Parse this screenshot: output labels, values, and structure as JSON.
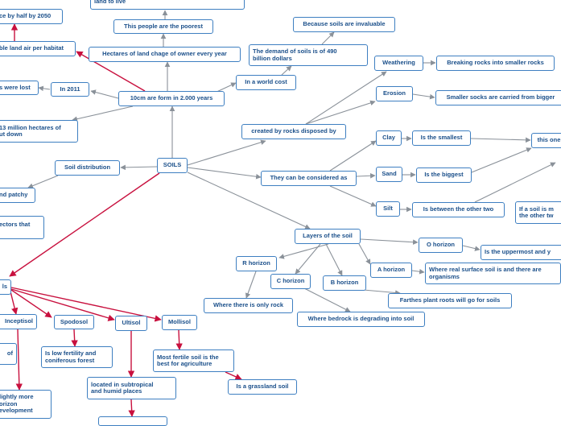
{
  "colors": {
    "gray_link": "#8a9199",
    "red_link": "#c8103e",
    "node_border": "#3e7fc1",
    "node_text": "#1a4f8a"
  },
  "nodes": {
    "soils": "SOILS",
    "land_to_live": "land to live",
    "poorest": "This people are the poorest",
    "hectares_change": "Hectares of land chage of owner every year",
    "form_10cm": "10cm are form in 2.000 years",
    "half_2050": "ce by half by 2050",
    "land_air": "ble land air per habitat",
    "were_lost": "s were lost",
    "in_2011": "In 2011",
    "million_hectares": "13 million hectares of\nut down",
    "soil_distribution": "Soil distribution",
    "patchy": "nd patchy",
    "factors": "ectors that",
    "in_world_cost": "In a world cost",
    "demand": "The demand of soils is of  490\nbillion dollars",
    "invaluable": "Because soils are invaluable",
    "created_by_rocks": "created by rocks disposed by",
    "weathering": "Weathering",
    "breaking_rocks": "Breaking rocks into smaller rocks",
    "erosion": "Erosion",
    "smaller_rocks": "Smaller socks are carried from bigger",
    "considered_as": "They can be considered as",
    "clay": "Clay",
    "smallest": "Is the smallest",
    "this_one": "this one",
    "sand": "Sand",
    "biggest": "Is the biggest",
    "silt": "Silt",
    "between": "Is between the other two",
    "if_soil": "If a soil is m\nthe other tw",
    "layers": "Layers of the soil",
    "o_horizon": "O horizon",
    "uppermost": "Is the uppermost and y",
    "a_horizon": "A horizon",
    "real_surface": "Where real surface soil is and there are\norganisms",
    "r_horizon": "R horizon",
    "only_rock": "Where there is only rock",
    "c_horizon": "C horizon",
    "b_horizon": "B horizon",
    "plant_roots": "Farthes plant roots will go for soils",
    "bedrock": "Where bedrock is degrading into soil",
    "types": "ls",
    "inceptisol": "Inceptisol",
    "of": "of",
    "slightly_more": "lightly more\norizon\nevelopment",
    "spodosol": "Spodosol",
    "low_fertility": "Is low fertility and\nconiferous forest",
    "ultisol": "Ultisol",
    "subtropical": "located in subtropical\nand humid places",
    "mollisol": "Mollisol",
    "most_fertile": "Most fertile soil is the\nbest for agriculture",
    "grassland": "Is a grassland soil"
  }
}
